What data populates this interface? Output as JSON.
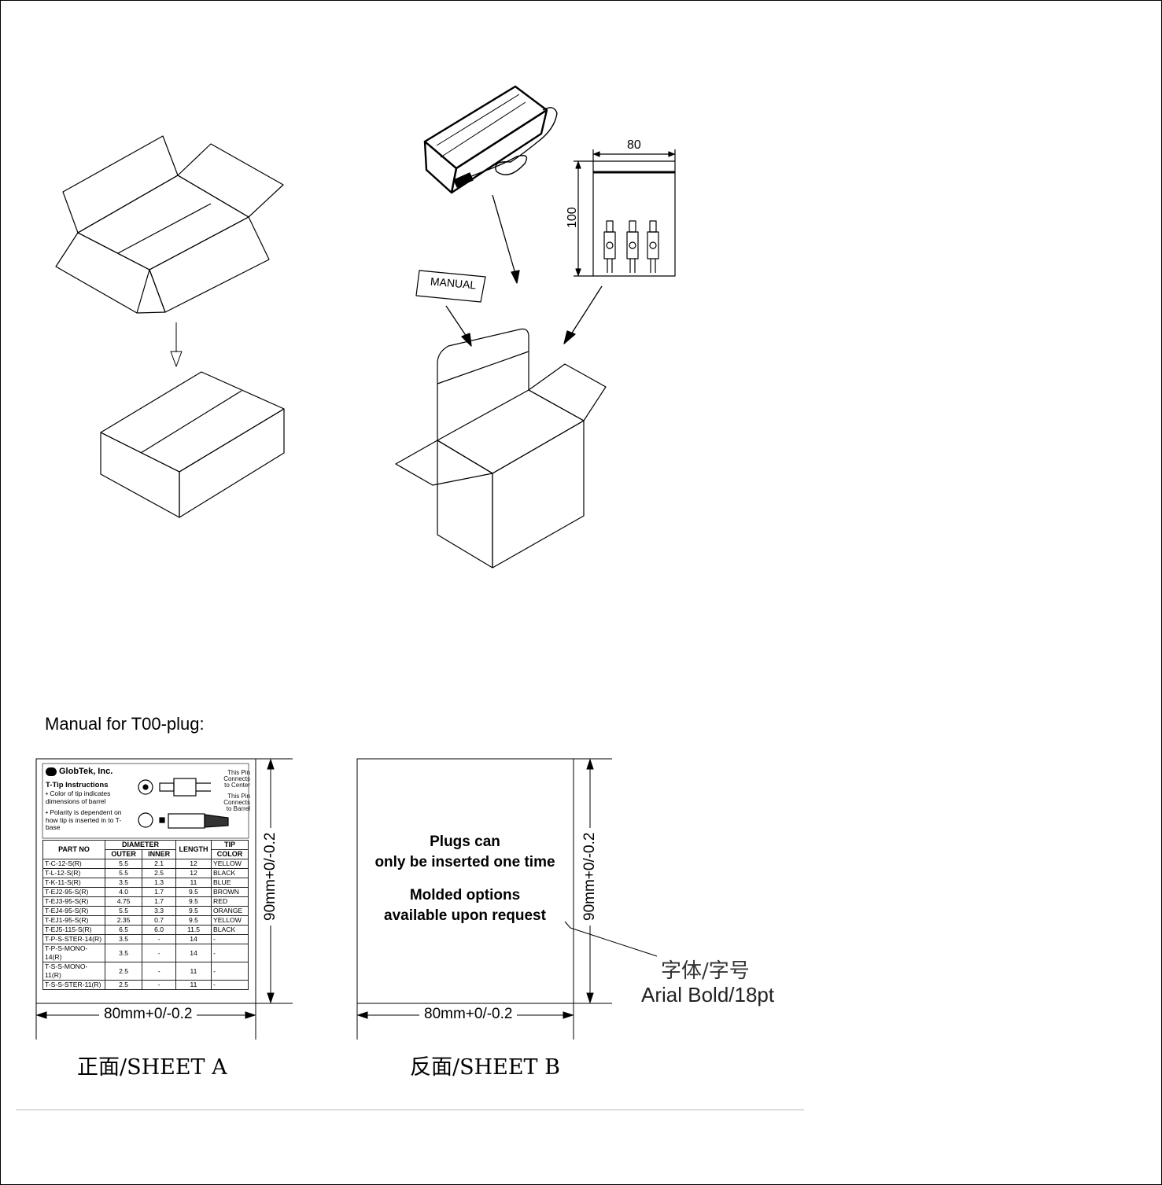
{
  "bag": {
    "width_label": "80",
    "height_label": "100"
  },
  "manual_card_label": "MANUAL",
  "manual_heading": "Manual for T00-plug:",
  "sheet_a": {
    "logo": "GlobTek, Inc.",
    "instructions_title": "T-Tip Instructions",
    "instruction_1": "• Color of tip indicates dimensions of barrel",
    "instruction_2": "• Polarity is dependent on how tip is inserted in to T-base",
    "pin_center_note": "This Pin Connects to Center",
    "pin_barrel_note": "This Pin Connects to Barrel",
    "table": {
      "headers": {
        "part_no": "PART NO",
        "diameter": "DIAMETER",
        "outer": "OUTER",
        "inner": "INNER",
        "length": "LENGTH",
        "tip": "TIP",
        "color": "COLOR"
      },
      "rows": [
        [
          "T-C-12-S(R)",
          "5.5",
          "2.1",
          "12",
          "YELLOW"
        ],
        [
          "T-L-12-S(R)",
          "5.5",
          "2.5",
          "12",
          "BLACK"
        ],
        [
          "T-K-11-S(R)",
          "3.5",
          "1.3",
          "11",
          "BLUE"
        ],
        [
          "T-EJ2-95-S(R)",
          "4.0",
          "1.7",
          "9.5",
          "BROWN"
        ],
        [
          "T-EJ3-95-S(R)",
          "4.75",
          "1.7",
          "9.5",
          "RED"
        ],
        [
          "T-EJ4-95-S(R)",
          "5.5",
          "3.3",
          "9.5",
          "ORANGE"
        ],
        [
          "T-EJ1-95-S(R)",
          "2.35",
          "0.7",
          "9.5",
          "YELLOW"
        ],
        [
          "T-EJ5-115-S(R)",
          "6.5",
          "6.0",
          "11.5",
          "BLACK"
        ],
        [
          "T-P-S-STER-14(R)",
          "3.5",
          "-",
          "14",
          "-"
        ],
        [
          "T-P-S-MONO-14(R)",
          "3.5",
          "-",
          "14",
          "-"
        ],
        [
          "T-S-S-MONO-11(R)",
          "2.5",
          "-",
          "11",
          "-"
        ],
        [
          "T-S-S-STER-11(R)",
          "2.5",
          "-",
          "11",
          "-"
        ]
      ]
    },
    "width_dim": "80mm+0/-0.2",
    "height_dim": "90mm+0/-0.2",
    "label": "正面/SHEET A"
  },
  "sheet_b": {
    "line_1": "Plugs can",
    "line_2": "only be inserted one time",
    "line_3": "Molded options",
    "line_4": "available upon request",
    "width_dim": "80mm+0/-0.2",
    "height_dim": "90mm+0/-0.2",
    "label": "反面/SHEET B"
  },
  "font_note": {
    "line_1": "字体/字号",
    "line_2": "Arial Bold/18pt"
  }
}
